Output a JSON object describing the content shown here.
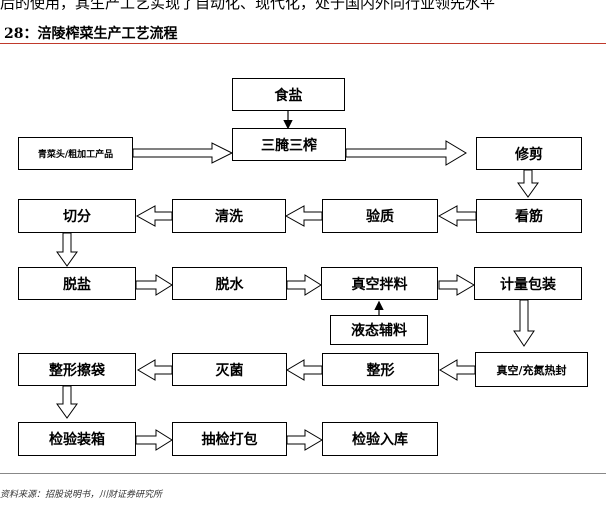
{
  "header": {
    "top_text": "后的使用，其生产工艺实现了自动化、现代化，处于国内外同行业领先水平",
    "figure_title": "28：涪陵榨菜生产工艺流程"
  },
  "steps": {
    "salt": "食盐",
    "raw": "青菜头/粗加工产品",
    "three_pickle": "三腌三榨",
    "trim": "修剪",
    "check_vein": "看筋",
    "inspect_quality": "验质",
    "wash": "清洗",
    "cut": "切分",
    "desalt": "脱盐",
    "dehydrate": "脱水",
    "vacuum_mix": "真空拌料",
    "liquid_aux": "液态辅料",
    "weigh_pack": "计量包装",
    "vacuum_seal": "真空/充氮热封",
    "shaping": "整形",
    "sterilize": "灭菌",
    "shape_bag": "整形擦袋",
    "inspect_box": "检验装箱",
    "sample_pack": "抽检打包",
    "inspect_store": "检验入库"
  },
  "source": "资料来源：招股说明书，川财证券研究所"
}
